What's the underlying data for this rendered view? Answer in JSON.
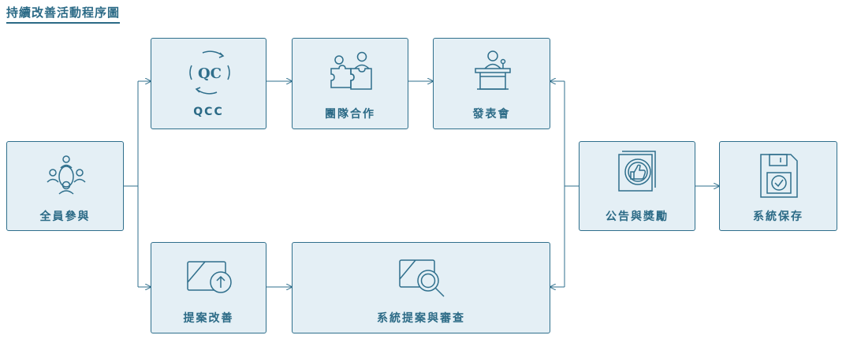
{
  "title": "持續改善活動程序圖",
  "nodes": {
    "all": {
      "label": "全員參與",
      "icon": "team-meeting-icon"
    },
    "qcc": {
      "label": "QCC",
      "icon_text": "QC",
      "icon": "qc-cycle-icon"
    },
    "teamwork": {
      "label": "團隊合作",
      "icon": "puzzle-people-icon"
    },
    "present": {
      "label": "發表會",
      "icon": "podium-speaker-icon"
    },
    "proposal": {
      "label": "提案改善",
      "icon": "upload-improvement-icon"
    },
    "system_review": {
      "label": "系統提案與審查",
      "icon": "document-search-icon"
    },
    "announce": {
      "label": "公告與獎勵",
      "icon": "thumbs-up-award-icon"
    },
    "save": {
      "label": "系統保存",
      "icon": "save-disk-icon"
    }
  },
  "colors": {
    "stroke": "#2f6f8c",
    "fill": "#e4eff5",
    "text": "#2b6a86"
  }
}
